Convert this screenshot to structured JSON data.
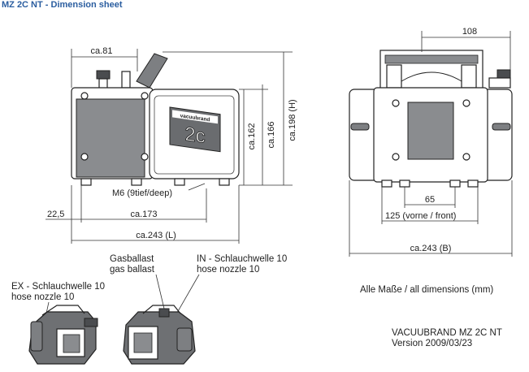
{
  "header": {
    "title": "MZ 2C NT - Dimension sheet"
  },
  "side_view": {
    "dim_width_top": "ca.81",
    "dim_h1": "ca.162",
    "dim_h2": "ca.166",
    "dim_h3": "ca.198 (H)",
    "thread_note": "M6 (9tief/deep)",
    "dim_offset": "22,5",
    "dim_depth": "ca.173",
    "dim_length": "ca.243 (L)",
    "logo_text": "vacuubrand",
    "model_badge": "2c"
  },
  "front_view": {
    "dim_top": "108",
    "dim_feet": "65",
    "dim_front": "125 (vorne / front)",
    "dim_width": "ca.243 (B)"
  },
  "callouts": {
    "gas_ballast_de": "Gasballast",
    "gas_ballast_en": "gas ballast",
    "in_de": "IN - Schlauchwelle 10",
    "in_en": "hose nozzle 10",
    "ex_de": "EX - Schlauchwelle 10",
    "ex_en": "hose nozzle 10"
  },
  "footer": {
    "all_dims": "Alle Maße / all dimensions (mm)",
    "product": "VACUUBRAND MZ 2C NT",
    "version": "Version 2009/03/23"
  },
  "colors": {
    "title": "#2a5d9f",
    "body_grey": "#7d7f82",
    "line": "#222222"
  }
}
